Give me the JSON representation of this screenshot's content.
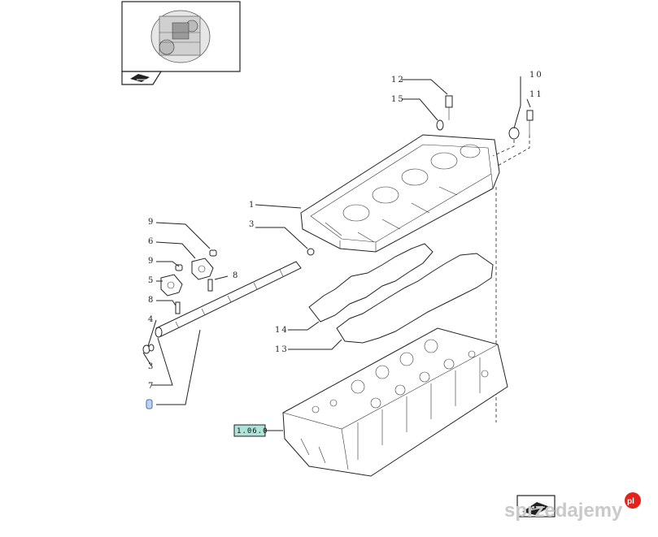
{
  "callouts": {
    "c1": "1",
    "c3a": "3",
    "c3b": "3",
    "c4": "4",
    "c5": "5",
    "c6": "6",
    "c7": "7",
    "c8a": "8",
    "c8b": "8",
    "c9a": "9",
    "c9b": "9",
    "c10": "10",
    "c11": "11",
    "c12": "12",
    "c13": "13",
    "c14": "14",
    "c15": "15"
  },
  "reference": {
    "label": "1.06.0"
  },
  "watermark": {
    "text": "sprzedajemy",
    "dot": "pl"
  },
  "icons": {
    "thumbnail": "engine-thumbnail-icon",
    "nav": "page-turn-icon"
  },
  "colors": {
    "reference_fill": "#aee3d8",
    "highlight_fill": "#bcd3ee",
    "watermark_badge": "#e2231a"
  }
}
